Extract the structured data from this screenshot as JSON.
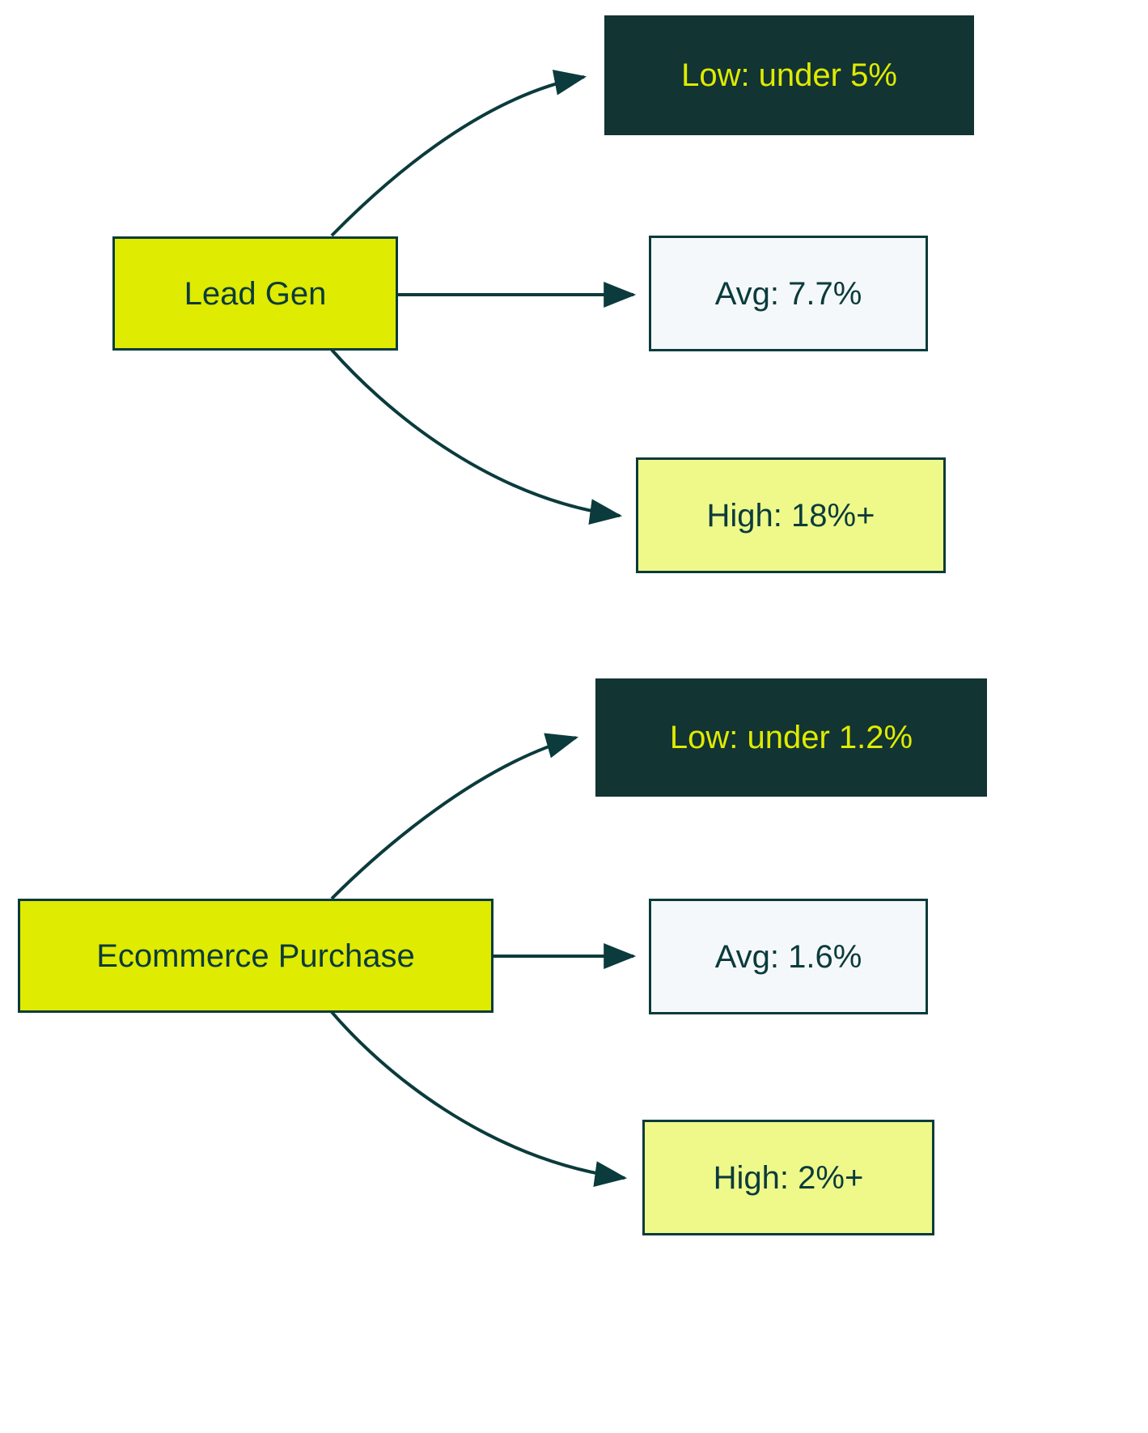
{
  "diagram": {
    "type": "flowchart",
    "orientation": "left-to-right",
    "background": "#ffffff",
    "palette": {
      "source_fill": "#dfeb00",
      "low_fill": "#123433",
      "low_text": "#dfeb00",
      "avg_fill": "#f5f8fa",
      "high_fill": "#eef98a",
      "stroke": "#0b3b3c",
      "text": "#0b3b3c"
    },
    "groups": [
      {
        "id": "lead-gen",
        "source": {
          "label": "Lead Gen"
        },
        "outcomes": [
          {
            "id": "low",
            "label": "Low: under 5%"
          },
          {
            "id": "avg",
            "label": "Avg: 7.7%"
          },
          {
            "id": "high",
            "label": "High: 18%+"
          }
        ]
      },
      {
        "id": "ecommerce-purchase",
        "source": {
          "label": "Ecommerce Purchase"
        },
        "outcomes": [
          {
            "id": "low",
            "label": "Low: under 1.2%"
          },
          {
            "id": "avg",
            "label": "Avg: 1.6%"
          },
          {
            "id": "high",
            "label": "High: 2%+"
          }
        ]
      }
    ]
  }
}
